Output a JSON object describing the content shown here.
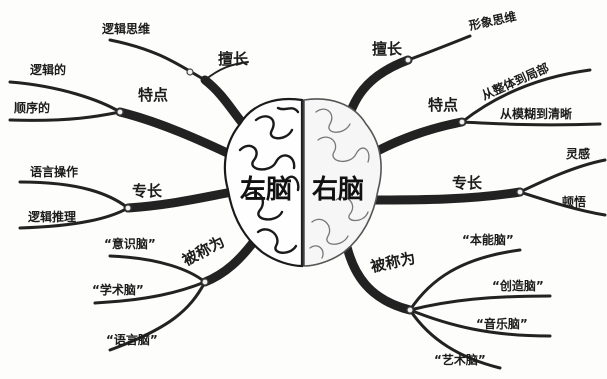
{
  "center": {
    "left": "左脑",
    "right": "右脑"
  },
  "left": {
    "skill": {
      "label": "擅长",
      "items": [
        "逻辑思维"
      ]
    },
    "trait": {
      "label": "特点",
      "items": [
        "逻辑的",
        "顺序的"
      ]
    },
    "specialty": {
      "label": "专长",
      "items": [
        "语言操作",
        "逻辑推理"
      ]
    },
    "called": {
      "label": "被称为",
      "items": [
        "“意识脑”",
        "“学术脑”",
        "“语言脑”"
      ]
    }
  },
  "right": {
    "skill": {
      "label": "擅长",
      "items": [
        "形象思维"
      ]
    },
    "trait": {
      "label": "特点",
      "items": [
        "从整体到局部",
        "从模糊到清晰"
      ]
    },
    "specialty": {
      "label": "专长",
      "items": [
        "灵感",
        "顿悟"
      ]
    },
    "called": {
      "label": "被称为",
      "items": [
        "“本能脑”",
        "“创造脑”",
        "“音乐脑”",
        "“艺术脑”"
      ]
    }
  }
}
